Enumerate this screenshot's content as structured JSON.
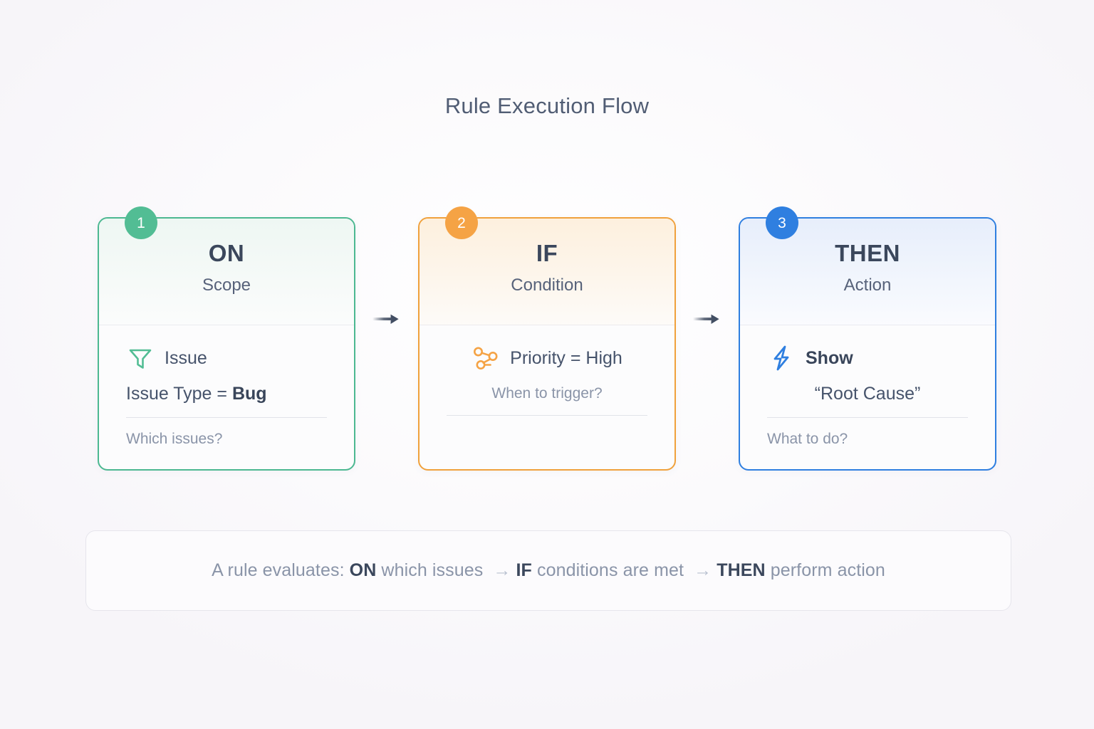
{
  "page": {
    "title": "Rule Execution Flow",
    "background_color": "#faf9fc"
  },
  "cards": [
    {
      "badge": "1",
      "keyword": "ON",
      "subtitle": "Scope",
      "icon": "filter-funnel-icon",
      "primary": "Issue",
      "detail_prefix": "Issue Type = ",
      "detail_value": "Bug",
      "hint": "Which issues?",
      "accent_color": "#4cb891",
      "badge_color": "#52bd94"
    },
    {
      "badge": "2",
      "keyword": "IF",
      "subtitle": "Condition",
      "icon": "node-graph-icon",
      "primary": "Priority = High",
      "detail_prefix": "",
      "detail_value": "",
      "hint": "When to trigger?",
      "accent_color": "#f0a13c",
      "badge_color": "#f5a345"
    },
    {
      "badge": "3",
      "keyword": "THEN",
      "subtitle": "Action",
      "icon": "lightning-bolt-icon",
      "primary": "Show",
      "detail_prefix": "",
      "detail_value": "“Root Cause”",
      "hint": "What to do?",
      "accent_color": "#2f7fe0",
      "badge_color": "#2f7fe0"
    }
  ],
  "arrows": {
    "between_1_2": "arrow-right-icon",
    "between_2_3": "arrow-right-icon"
  },
  "summary": {
    "lead": "A rule evaluates: ",
    "kw1": "ON",
    "text1": " which issues ",
    "arrow1": "→",
    "kw2": "IF",
    "text2": " conditions are met ",
    "arrow2": "→",
    "kw3": "THEN",
    "text3": " perform action"
  }
}
